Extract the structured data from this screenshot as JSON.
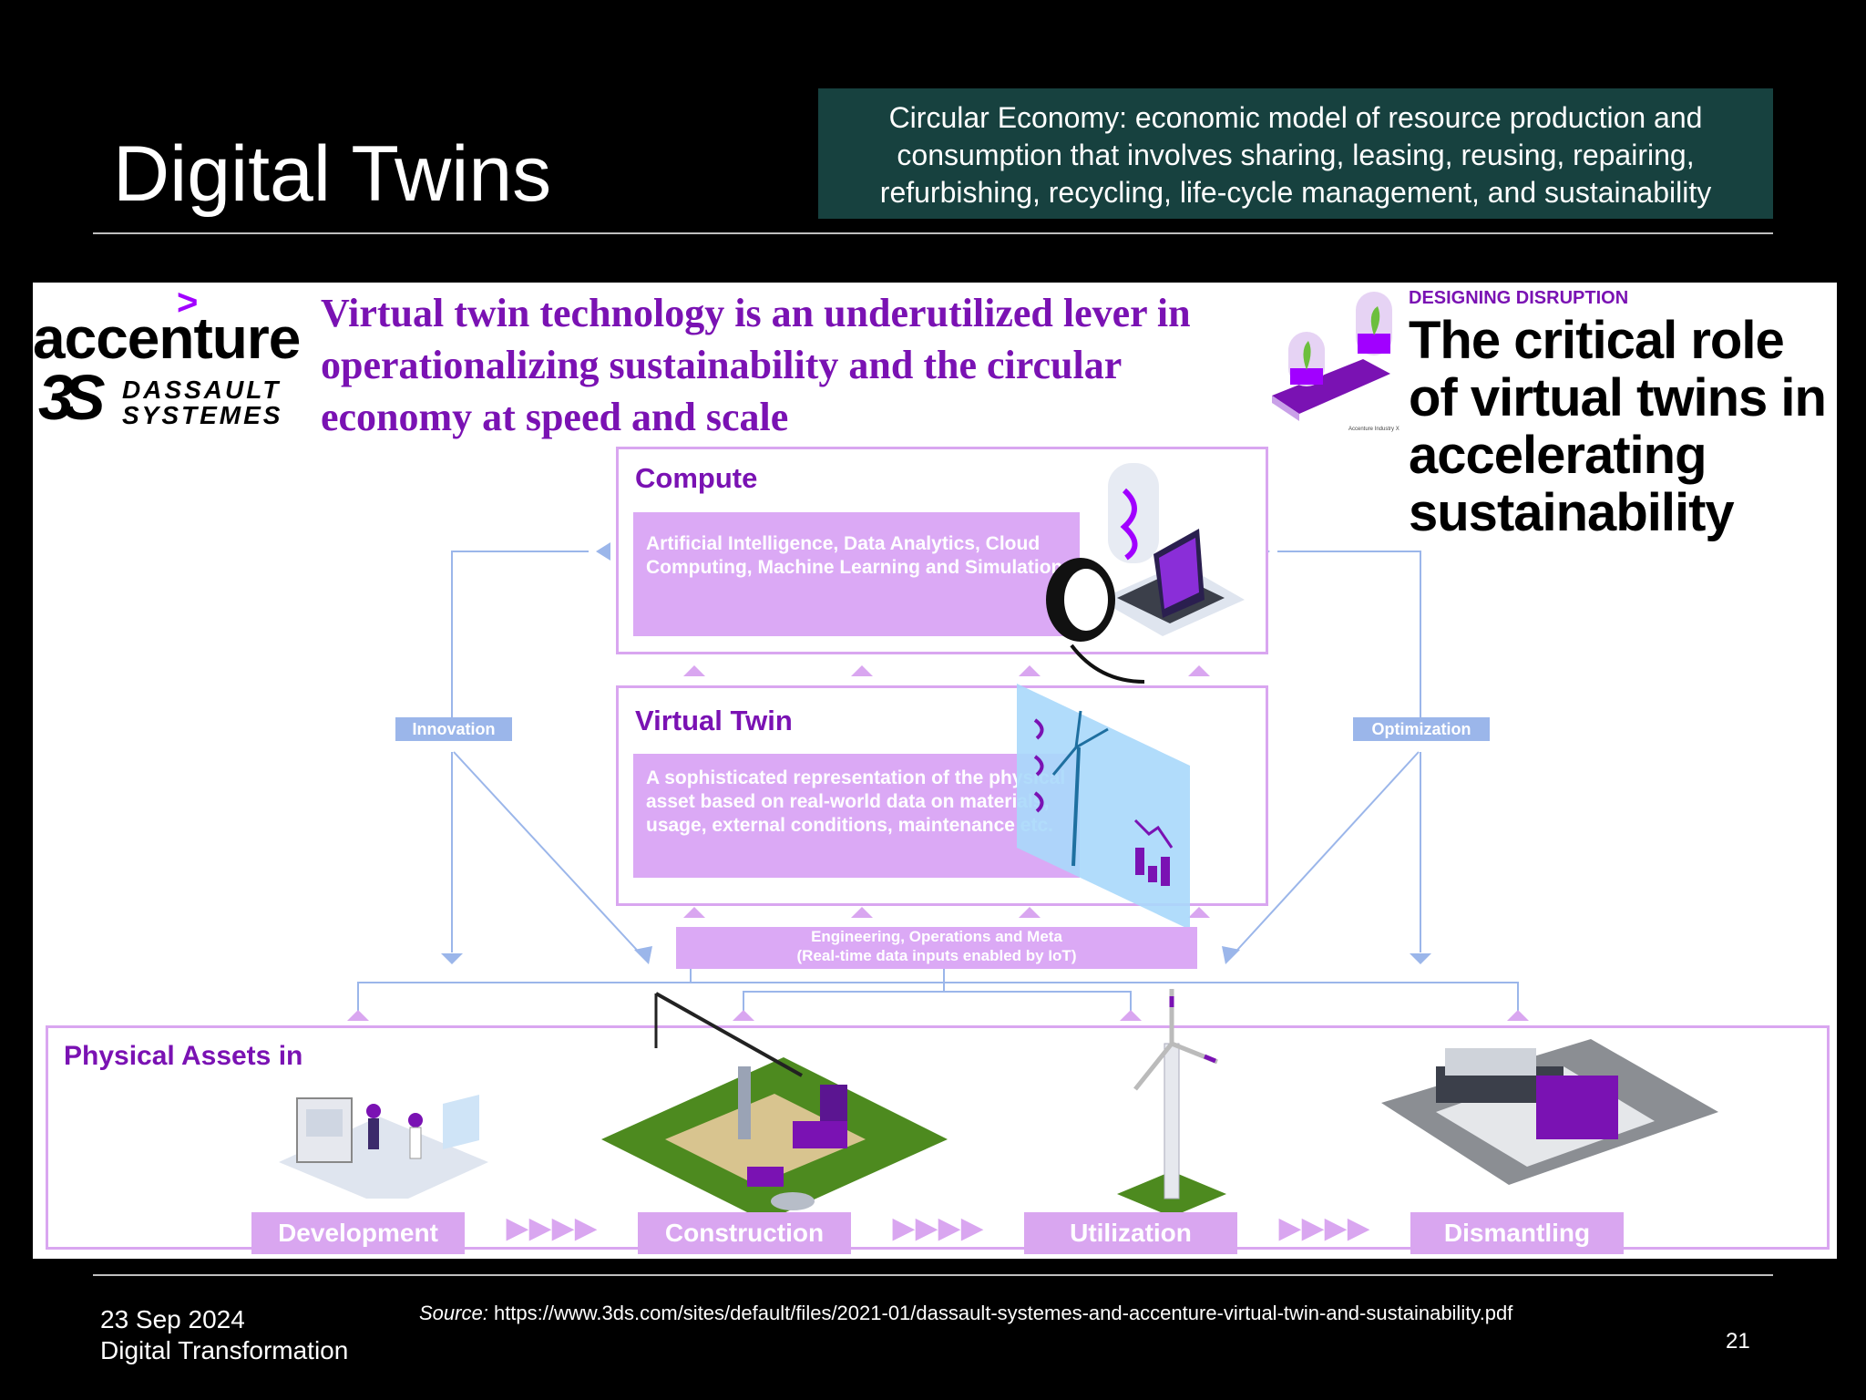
{
  "slide": {
    "title": "Digital Twins",
    "callout": "Circular Economy: economic model of resource production and consumption that involves sharing, leasing, reusing, repairing, refurbishing, recycling, life-cycle management, and sustainability"
  },
  "figure": {
    "brand_accenture": "accenture",
    "brand_ds_mark": "3S",
    "brand_ds_line1": "DASSAULT",
    "brand_ds_line2": "SYSTEMES",
    "headline": "Virtual twin technology is an underutilized lever in operationalizing sustainability and the circular economy at speed and scale",
    "badge_label": "DESIGNING DISRUPTION",
    "badge_title": "The critical role of virtual twins in accelerating sustainability",
    "badge_credit": "Accenture Industry X",
    "compute": {
      "title": "Compute",
      "text": "Artificial Intelligence, Data Analytics, Cloud Computing, Machine Learning and Simulation"
    },
    "virtual_twin": {
      "title": "Virtual Twin",
      "text": "A sophisticated representation of the physical asset based on real-world data on materials, usage, external conditions, maintenance etc."
    },
    "innovation_label": "Innovation",
    "optimization_label": "Optimization",
    "engineering_line1": "Engineering, Operations and Meta",
    "engineering_line2": "(Real-time data inputs enabled by IoT)",
    "physical_assets_title": "Physical Assets in",
    "stages": [
      "Development",
      "Construction",
      "Utilization",
      "Dismantling"
    ],
    "chevrons": "▶▶▶▶"
  },
  "footer": {
    "date": "23 Sep 2024",
    "course": "Digital Transformation",
    "source_label": "Source:",
    "source_url": "https://www.3ds.com/sites/default/files/2021-01/dassault-systemes-and-accenture-virtual-twin-and-sustainability.pdf",
    "page_number": "21"
  },
  "colors": {
    "purple": "#7a12b3",
    "lilac": "#d9a6f0",
    "blue": "#9bb6ea",
    "callout_bg": "#17413f"
  }
}
